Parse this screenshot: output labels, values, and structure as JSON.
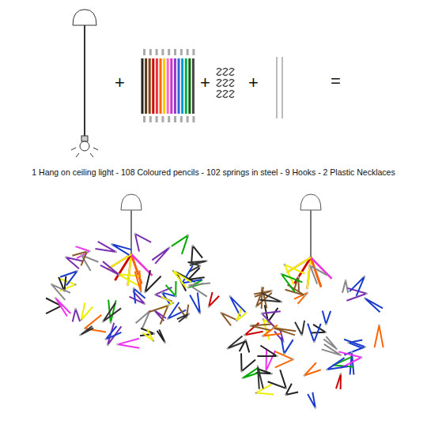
{
  "diagram": {
    "labels": [
      "+",
      "+",
      "+",
      "=",
      "1 Hang on ceiling light - 108 Coloured pencils - 102 springs in steel - 9 Hooks - 2 Plastic Necklaces"
    ]
  }
}
